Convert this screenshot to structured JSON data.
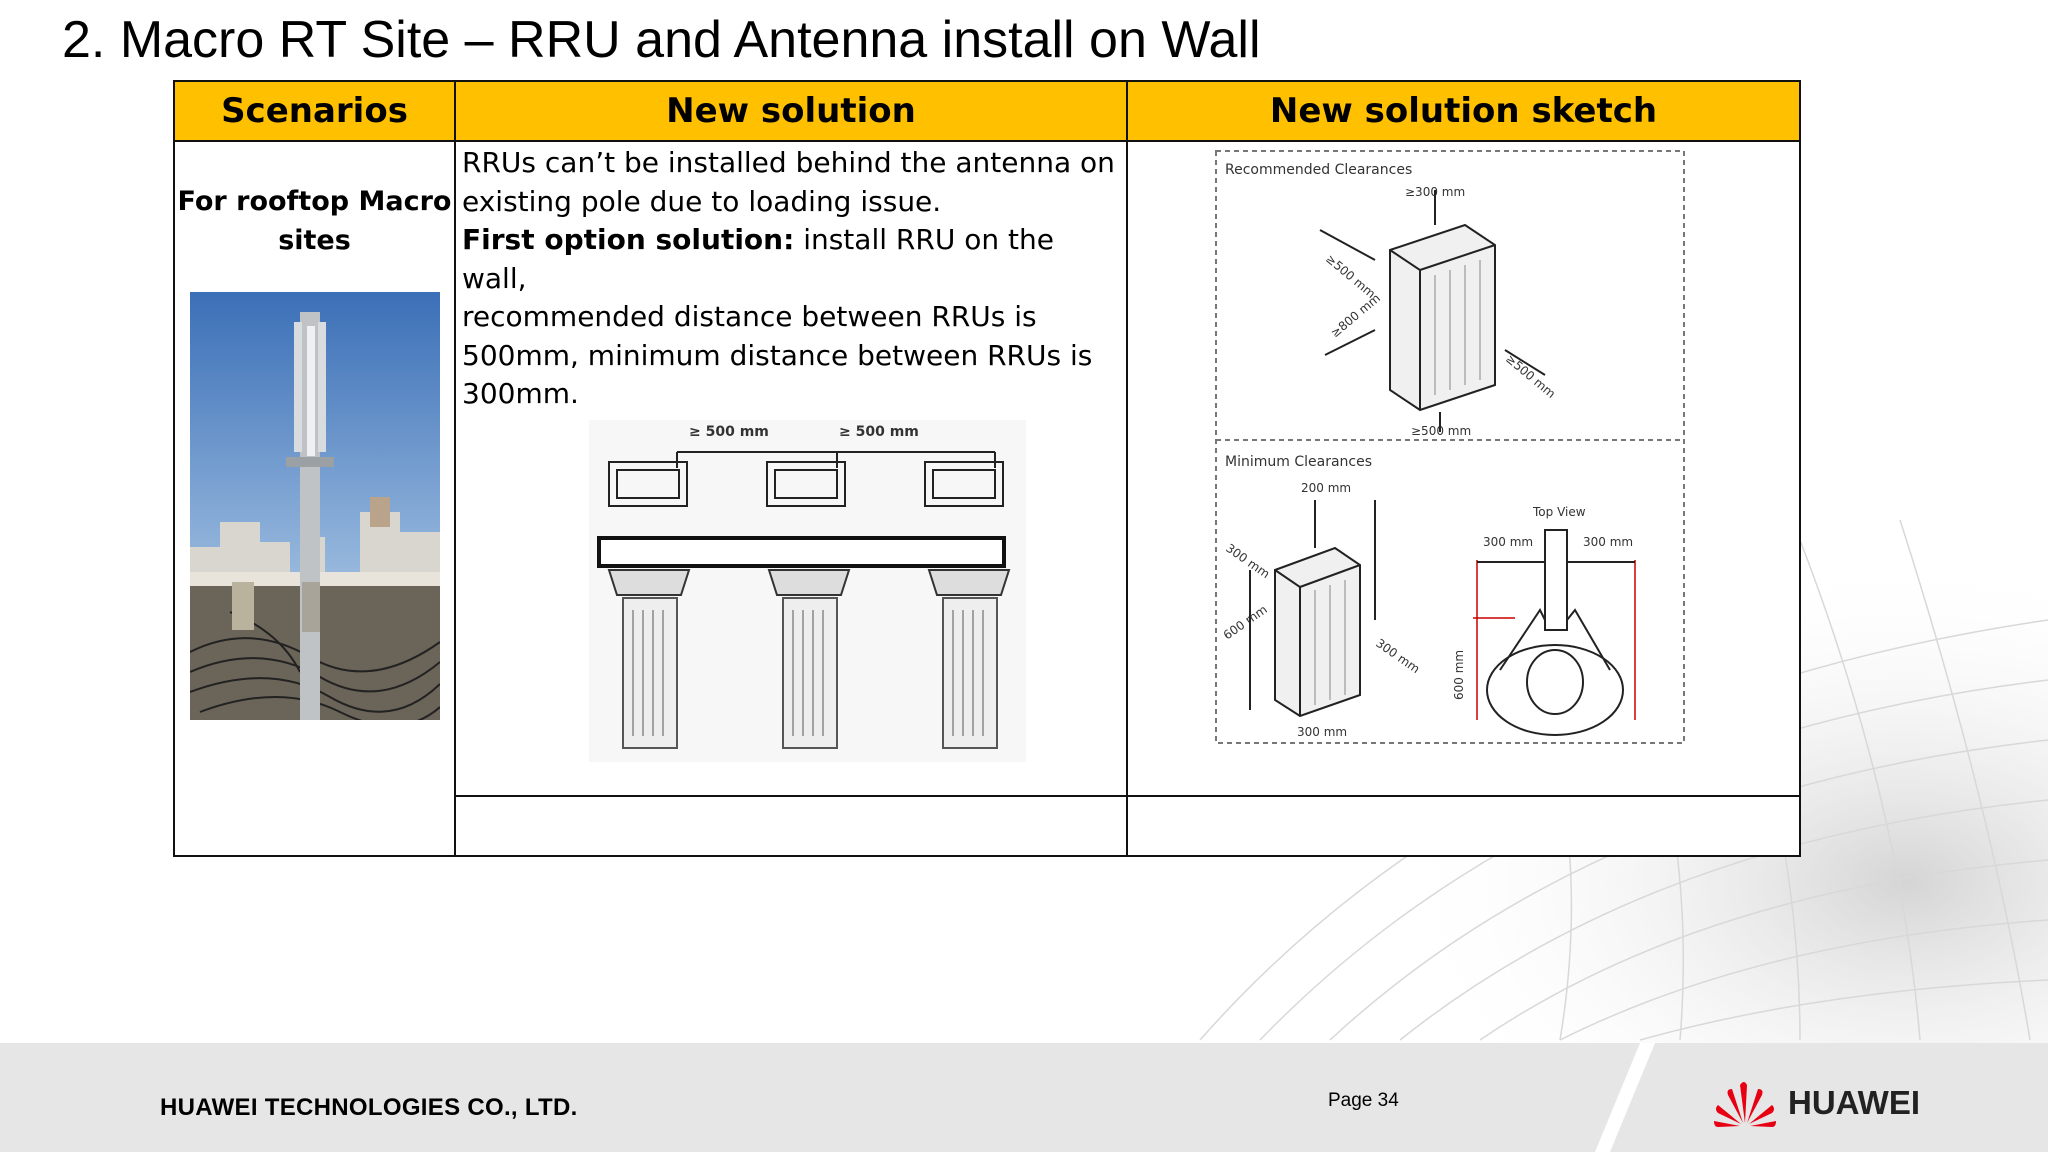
{
  "slide": {
    "title": "2. Macro RT Site – RRU and Antenna install on Wall"
  },
  "table": {
    "headers": [
      "Scenarios",
      "New solution",
      "New solution sketch"
    ],
    "scenario_line1": "For rooftop Macro",
    "scenario_line2": "sites",
    "solution": {
      "line1": "RRUs can’t be installed behind the antenna on",
      "line2": "existing pole due to loading issue.",
      "option_bold": "First option solution:",
      "option_rest": "  install RRU on the wall,",
      "line4": "recommended distance between RRUs is",
      "line5": "500mm,  minimum  distance between RRUs is",
      "line6": "300mm."
    },
    "rru_diagram": {
      "label_left": "≥ 500 mm",
      "label_right": "≥ 500 mm"
    },
    "sketch": {
      "recommended_title": "Recommended Clearances",
      "rec_top": "≥300 mm",
      "rec_left_upper": "≥500 mm",
      "rec_left_lower": "≥800 mm",
      "rec_right": "≥500 mm",
      "rec_bottom": "≥500 mm",
      "minimum_title": "Minimum Clearances",
      "min_top": "200 mm",
      "min_left_upper": "300 mm",
      "min_left_lower": "600 mm",
      "min_right": "300 mm",
      "min_bottom": "300 mm",
      "top_view": "Top View",
      "tv_left": "300 mm",
      "tv_right": "300 mm",
      "tv_height": "600 mm"
    }
  },
  "footer": {
    "company": "HUAWEI TECHNOLOGIES CO., LTD.",
    "page": "Page 34",
    "brand": "HUAWEI"
  },
  "colors": {
    "header_fill": "#ffc000",
    "brand_red": "#e60012",
    "footer_band": "#e6e6e6"
  }
}
